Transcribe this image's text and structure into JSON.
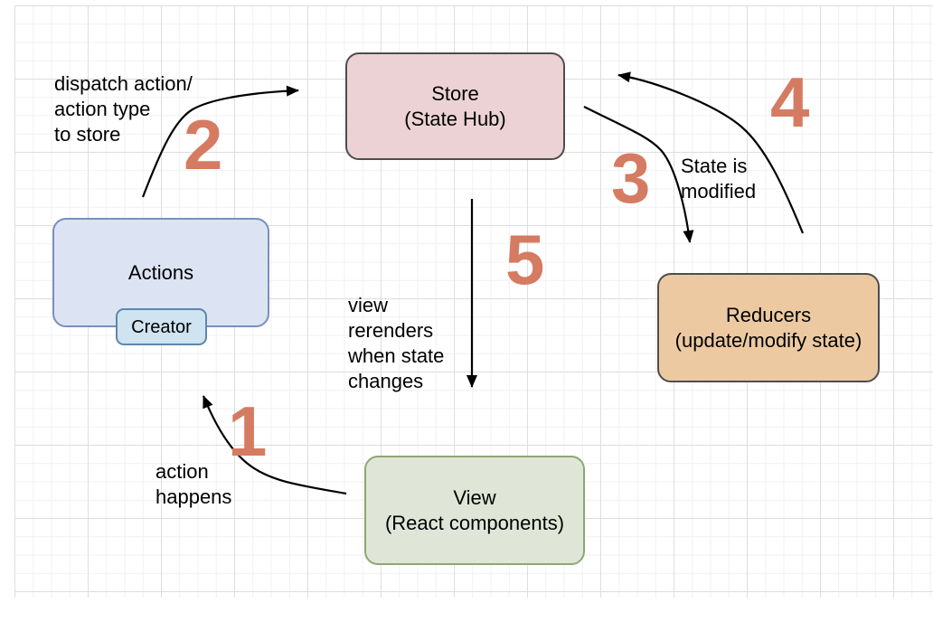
{
  "palette": {
    "background": "#ffffff",
    "grid_minor_color": "#f1f1f1",
    "grid_major_color": "#dedede",
    "arrow_color": "#000000",
    "step_number_color": "#d57b62"
  },
  "nodes": {
    "store": {
      "title": "Store",
      "subtitle": "(State Hub)",
      "fill": "#ecd2d4",
      "border": "#4d4d4d"
    },
    "actions": {
      "title": "Actions",
      "fill": "#dce4f3",
      "border": "#7b8ebc"
    },
    "creator": {
      "title": "Creator",
      "fill": "#cfe3f1",
      "border": "#5d87ab"
    },
    "reducers": {
      "title": "Reducers",
      "subtitle": "(update/modify state)",
      "fill": "#ecc9a0",
      "border": "#4d4d4d"
    },
    "view": {
      "title": "View",
      "subtitle": "(React components)",
      "fill": "#dfe6d7",
      "border": "#8fa673"
    }
  },
  "steps": {
    "step1": {
      "number": "1",
      "label": "action\nhappens"
    },
    "step2": {
      "number": "2",
      "label": "dispatch action/\naction type\nto store"
    },
    "step3": {
      "number": "3",
      "label": "State is\nmodified"
    },
    "step4": {
      "number": "4"
    },
    "step5": {
      "number": "5",
      "label": "view\nrerenders\nwhen state\nchanges"
    }
  }
}
